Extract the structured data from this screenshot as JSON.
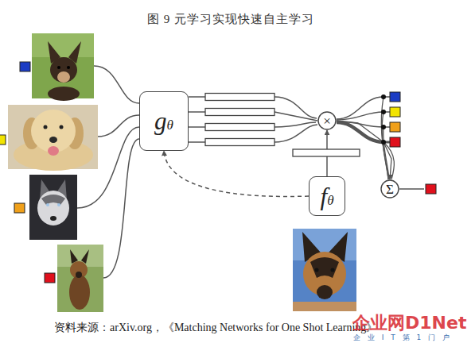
{
  "diagram": {
    "title": "图 9 元学习实现快速自主学习",
    "caption": "资料来源：arXiv.org，《Matching Networks for One Shot Learning》",
    "nodes": [
      {
        "text": [
          "gθ"
        ]
      },
      {
        "text": [
          "×"
        ]
      },
      {
        "text": [
          "fθ"
        ]
      },
      {
        "text": [
          "Σ"
        ]
      }
    ],
    "edges": [
      {
        "from": 0,
        "to": 1,
        "arrow": "none"
      },
      {
        "from": 2,
        "to": 1,
        "arrow": "to"
      },
      {
        "from": 2,
        "to": 0,
        "arrow": "to"
      },
      {
        "from": 1,
        "to": 3,
        "arrow": "to"
      }
    ],
    "labels": [
      "企业网D1Net",
      "企 业 I T 第 1 门 户"
    ]
  }
}
